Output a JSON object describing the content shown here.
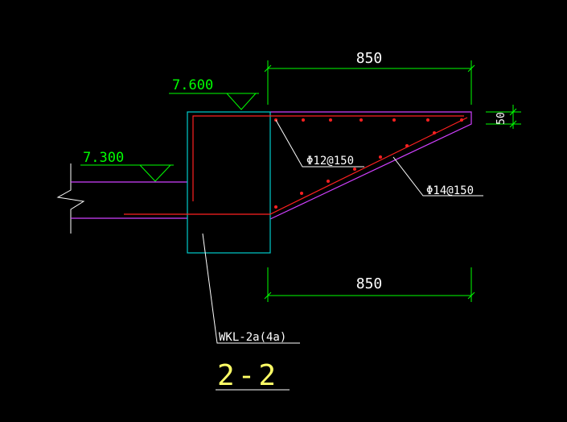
{
  "colors": {
    "background": "#000000",
    "dimension": "#00ff00",
    "beam_outline": "#00cccc",
    "rebar": "#ff2020",
    "slab_edge": "#d040ff",
    "leader": "#ffffff",
    "elevation_text": "#00ff00",
    "section_title": "#ffff66"
  },
  "dimensions": {
    "top_width": "850",
    "bottom_width": "850",
    "tip_thickness": "50"
  },
  "elevations": {
    "top": "7.600",
    "slab": "7.300"
  },
  "rebars": {
    "upper_bar": "Φ12@150",
    "lower_bar": "Φ14@150"
  },
  "beam": {
    "label": "WKL-2a(4a)"
  },
  "section": {
    "title": "2-2"
  }
}
